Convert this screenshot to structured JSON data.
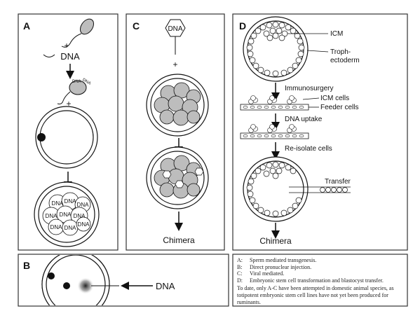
{
  "panels": {
    "A": {
      "label": "A",
      "dna": "DNA",
      "sperm_dna": [
        "DNA",
        "DNA"
      ],
      "morula_dna": [
        "DNA",
        "DNA",
        "DNA",
        "DNA",
        "DNA",
        "DNA",
        "DNA",
        "DNA",
        "DNA"
      ]
    },
    "B": {
      "label": "B",
      "dna": "DNA"
    },
    "C": {
      "label": "C",
      "dna": "DNA",
      "chimera": "Chimera"
    },
    "D": {
      "label": "D",
      "icm": "ICM",
      "trophectoderm_1": "Troph-",
      "trophectoderm_2": "ectoderm",
      "immunosurgery": "Immunosurgery",
      "icm_cells": "ICM cells",
      "feeder_cells": "Feeder cells",
      "dna_uptake": "DNA uptake",
      "reisolate": "Re-isolate cells",
      "transfer": "Transfer",
      "chimera": "Chimera"
    }
  },
  "legend": {
    "items": [
      {
        "key": "A:",
        "text": "Sperm mediated transgenesis."
      },
      {
        "key": "B:",
        "text": "Direct pronuclear injection."
      },
      {
        "key": "C:",
        "text": "Viral mediated."
      },
      {
        "key": "D:",
        "text": "Embryonic stem cell transformation and blastocyst transfer."
      }
    ],
    "note": "To date, only A-C have been attempted in domestic animal species, as totipotent embryonic stem cell lines have not yet been produced for ruminants."
  },
  "colors": {
    "line": "#111111",
    "cell_fill": "#bdbdbd",
    "frame": "#333333"
  }
}
